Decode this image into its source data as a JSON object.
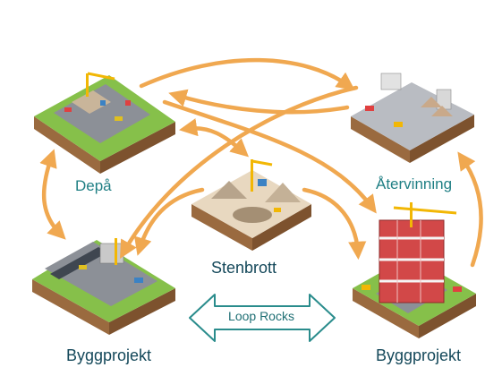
{
  "diagram": {
    "nodes": {
      "depot": {
        "label": "Depå",
        "icon": "industrial-depot-tile"
      },
      "recycling": {
        "label": "Återvinning",
        "icon": "recycling-plant-tile"
      },
      "quarry": {
        "label": "Stenbrott",
        "icon": "stone-quarry-tile"
      },
      "project_left": {
        "label": "Byggprojekt",
        "icon": "road-construction-tile"
      },
      "project_right": {
        "label": "Byggprojekt",
        "icon": "building-construction-tile"
      }
    },
    "center_badge": {
      "label": "Loop Rocks",
      "icon": "double-arrow-icon"
    }
  },
  "colors": {
    "arrow": "#f0a850",
    "label_teal": "#1f7f84",
    "label_dark": "#14485a",
    "badge_outline": "#2a8c8c",
    "grass": "#8bc34a",
    "soil": "#a8734a"
  }
}
